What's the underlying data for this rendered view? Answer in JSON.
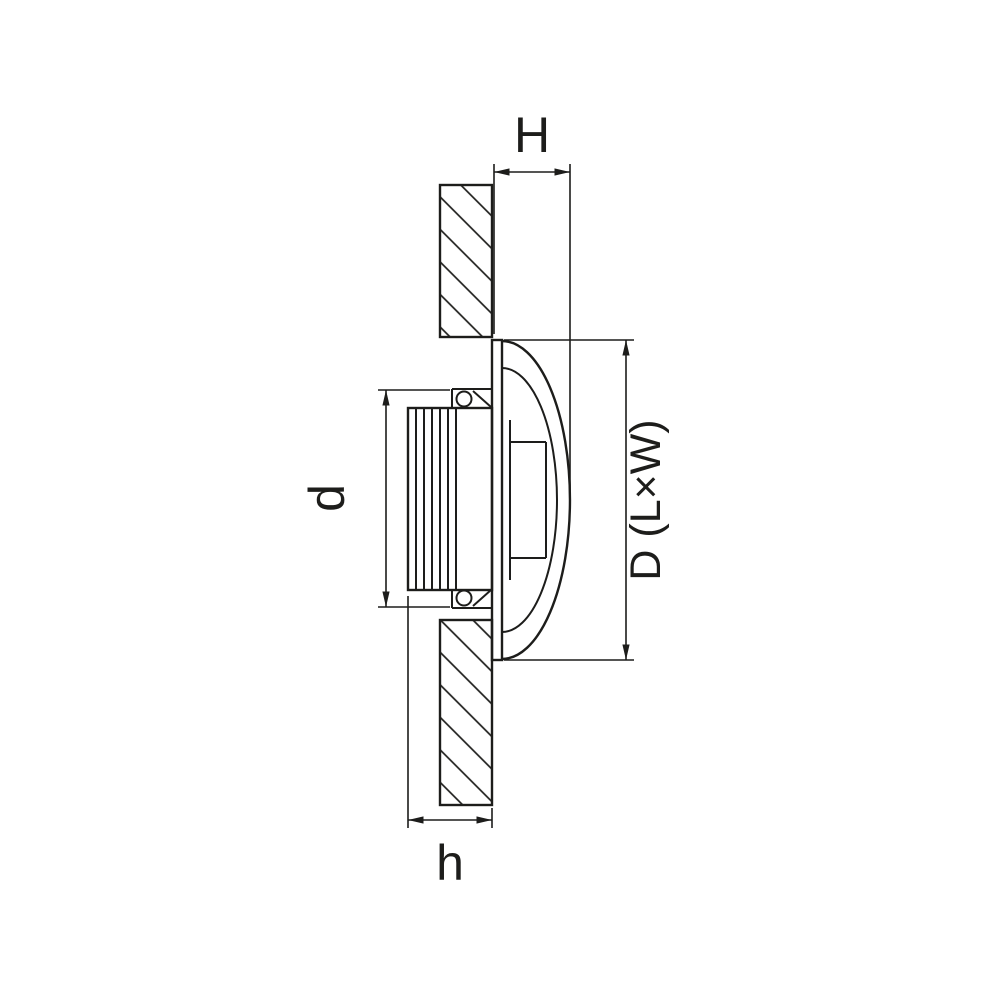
{
  "diagram": {
    "type": "technical-dimension-drawing",
    "subject": "recessed light fixture side cross-section in mounting surface",
    "dimension_labels": {
      "depth_front": "H",
      "cutout_diameter": "d",
      "overall_diameter": "D (L×W)",
      "recess_depth": "h"
    },
    "colors": {
      "line": "#1d1d1b",
      "background": "#ffffff"
    }
  }
}
